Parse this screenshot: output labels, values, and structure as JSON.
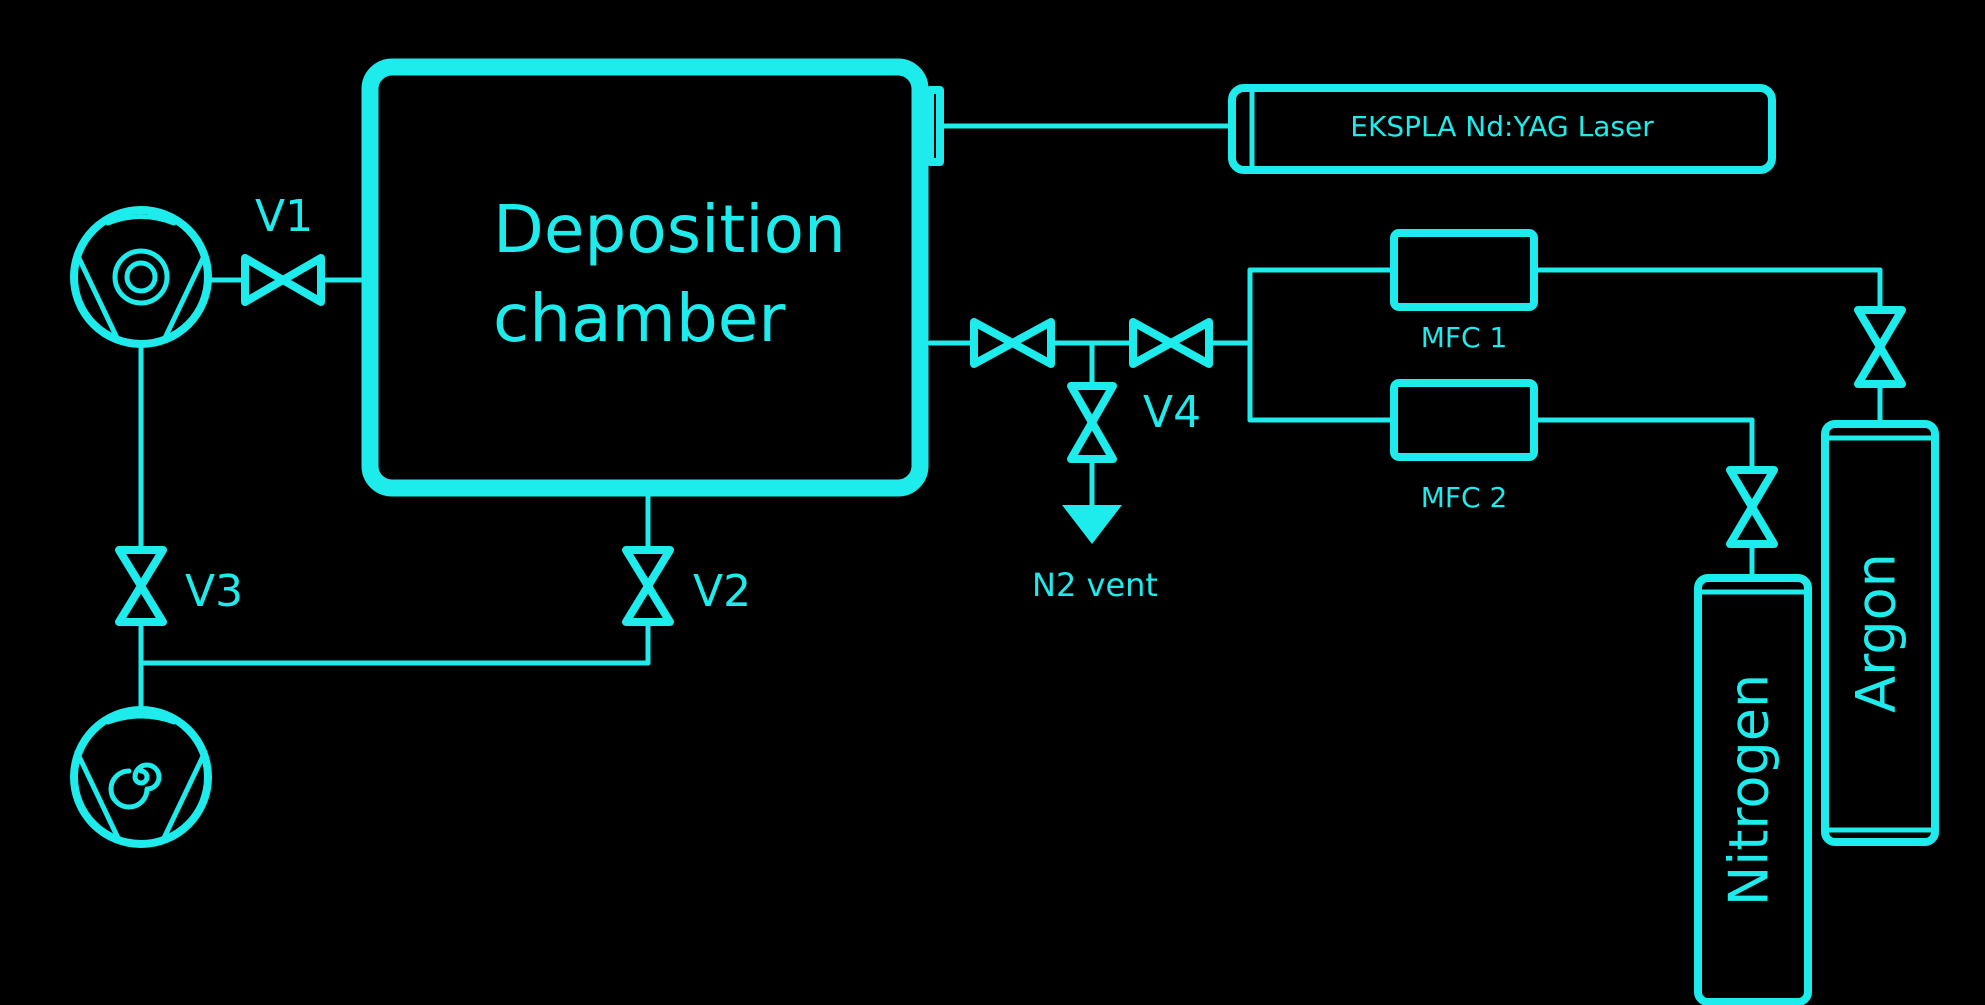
{
  "colors": {
    "background": "#000000",
    "accent": "#1EEBEB"
  },
  "labels": {
    "chamber_line1": "Deposition",
    "chamber_line2": "chamber",
    "laser": "EKSPLA Nd:YAG Laser",
    "v1": "V1",
    "v2": "V2",
    "v3": "V3",
    "v4": "V4",
    "mfc1": "MFC 1",
    "mfc2": "MFC 2",
    "n2_vent": "N2 vent",
    "argon": "Argon",
    "nitrogen": "Nitrogen"
  },
  "icons": {
    "turbo_pump": "turbo-pump-icon",
    "scroll_pump": "scroll-pump-icon",
    "valve": "valve-icon",
    "vent": "vent-arrow-icon",
    "gas_cylinder": "gas-cylinder-icon"
  }
}
